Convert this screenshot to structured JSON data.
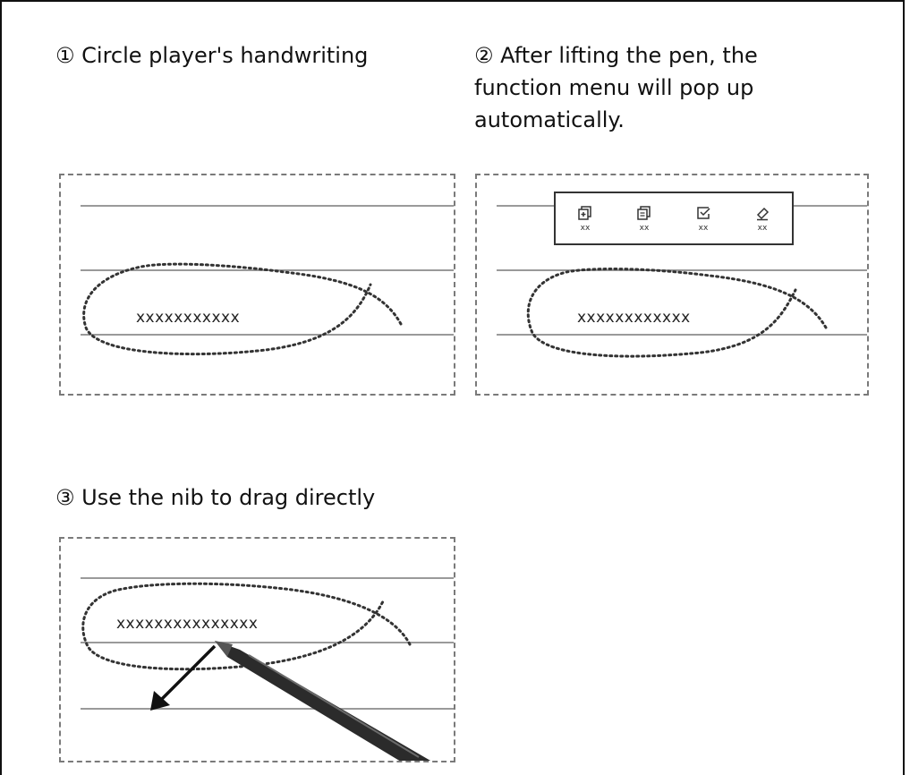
{
  "steps": [
    {
      "title": "① Circle player's handwriting",
      "handwriting": "xxxxxxxxxxx"
    },
    {
      "title": "② After lifting the pen, the function menu will pop up automatically.",
      "handwriting": "xxxxxxxxxxxx"
    },
    {
      "title": "③ Use the nib to drag directly",
      "handwriting": "xxxxxxxxxxxxxxx"
    }
  ],
  "menu": {
    "items": [
      {
        "icon": "copy-add-icon",
        "label": "xx"
      },
      {
        "icon": "copy-icon",
        "label": "xx"
      },
      {
        "icon": "checkbox-icon",
        "label": "xx"
      },
      {
        "icon": "eraser-icon",
        "label": "xx"
      }
    ]
  },
  "colors": {
    "lines": "#9a9a9a",
    "lasso": "#333333",
    "pen": "#2b2b2b"
  }
}
